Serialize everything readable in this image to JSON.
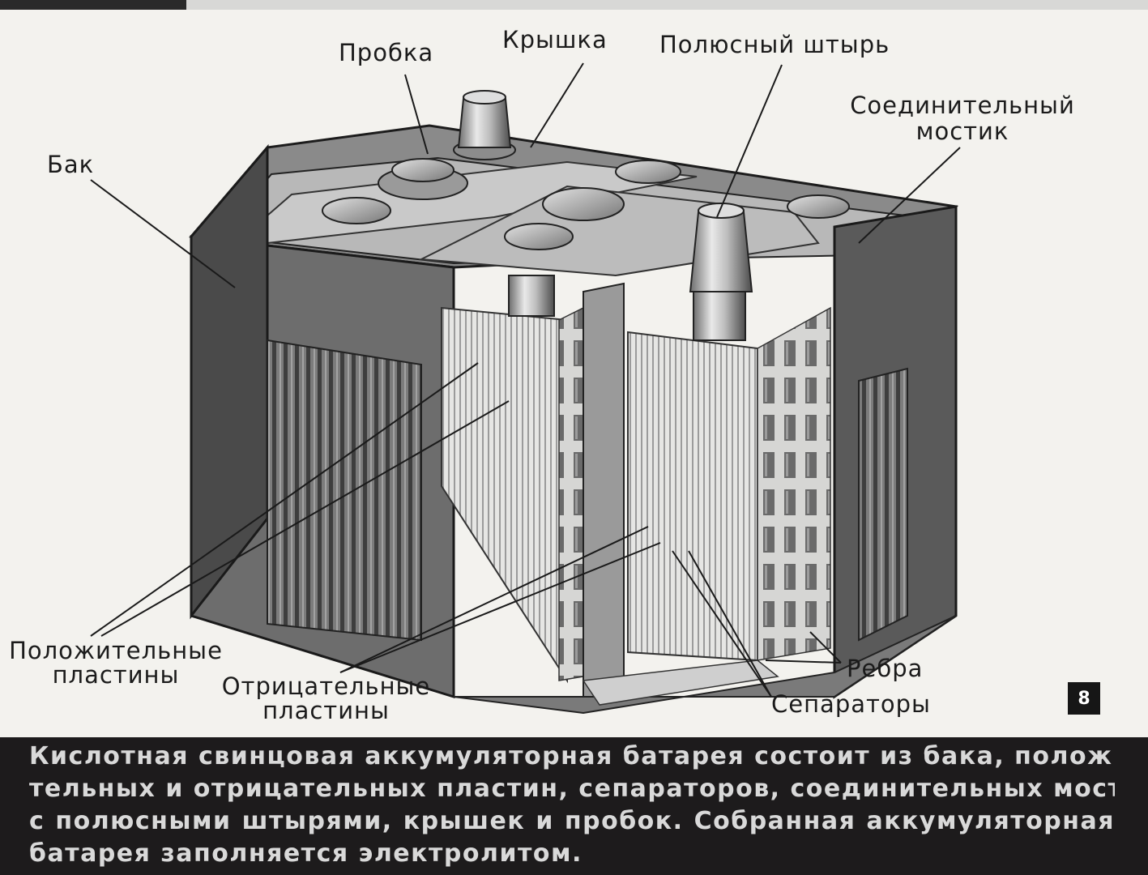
{
  "labels": {
    "probka": "Пробка",
    "kryshka": "Крышка",
    "polyusny_shtyr": "Полюсный штырь",
    "soed_mostik_1": "Соединительный",
    "soed_mostik_2": "мостик",
    "bak": "Бак",
    "polozh_1": "Положительные",
    "polozh_2": "пластины",
    "otric_1": "Отрицательные",
    "otric_2": "пластины",
    "rebra": "Ребра",
    "separatory": "Сепараторы"
  },
  "slide_number": "8",
  "caption": {
    "line1": "Кислотная свинцовая аккумуляторная батарея состоит из бака, положи-",
    "line2": "тельных и отрицательных пластин, сепараторов, соединительных мостиков",
    "line3": "с полюсными штырями, крышек и пробок. Собранная аккумуляторная",
    "line4": "батарея заполняется электролитом."
  }
}
